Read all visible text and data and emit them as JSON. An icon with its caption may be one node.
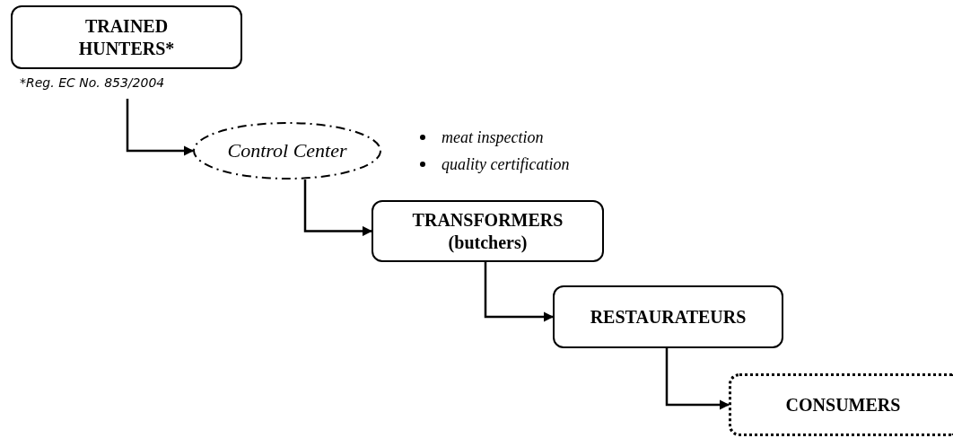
{
  "diagram": {
    "nodes": [
      {
        "text": [
          "TRAINED HUNTERS*"
        ],
        "beside": [
          "*Reg. EC No. 853/2004"
        ]
      },
      {
        "text": [
          "Control Center"
        ],
        "beside": [
          "meat inspection",
          "quality certification"
        ]
      },
      {
        "text": [
          "TRANSFORMERS (butchers)"
        ]
      },
      {
        "text": [
          "RESTAURATEURS"
        ]
      },
      {
        "text": [
          "CONSUMERS"
        ]
      }
    ],
    "edges": [
      {
        "from": 0,
        "to": 1,
        "arrow": "to"
      },
      {
        "from": 1,
        "to": 2,
        "arrow": "to"
      },
      {
        "from": 2,
        "to": 3,
        "arrow": "to"
      },
      {
        "from": 3,
        "to": 4,
        "arrow": "to"
      }
    ]
  }
}
